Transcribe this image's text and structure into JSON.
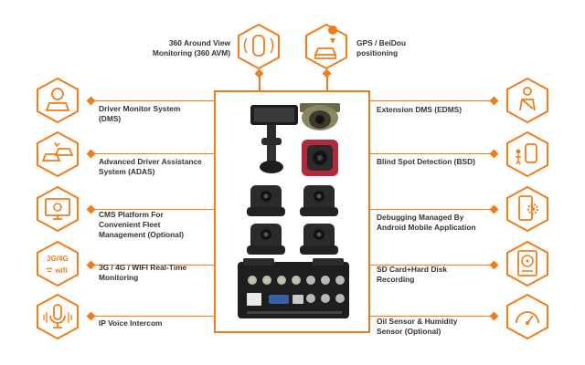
{
  "colors": {
    "accent": "#f07d1a",
    "text": "#333333",
    "device": "#2b2b2b"
  },
  "top_features": [
    {
      "lines": [
        "360 Around View",
        "Monitoring (360 AVM)"
      ],
      "icon": "car-360-view-icon"
    },
    {
      "lines": [
        "GPS / BeiDou",
        "positioning"
      ],
      "icon": "gps-car-icon"
    }
  ],
  "left_features": [
    {
      "lines": [
        "Driver Monitor System",
        "(DMS)"
      ],
      "icon": "driver-monitor-icon"
    },
    {
      "lines": [
        "Advanced Driver Assistance",
        "System (ADAS)"
      ],
      "icon": "adas-cars-icon"
    },
    {
      "lines": [
        "CMS Platform For",
        "Convenient Fleet",
        "Management (Optional)"
      ],
      "icon": "monitor-platform-icon"
    },
    {
      "lines": [
        "3G / 4G / WIFI Real-Time",
        "Monitoring"
      ],
      "icon": "wifi-3g4g-icon",
      "icon_text": [
        "3G/4G",
        "wifi"
      ]
    },
    {
      "lines": [
        "IP Voice Intercom"
      ],
      "icon": "microphone-icon"
    }
  ],
  "right_features": [
    {
      "lines": [
        "Extension DMS (EDMS)"
      ],
      "icon": "seatbelt-driver-icon"
    },
    {
      "lines": [
        "Blind Spot Detection (BSD)"
      ],
      "icon": "blind-spot-icon"
    },
    {
      "lines": [
        "Debugging Managed By",
        "Android Mobile Application"
      ],
      "icon": "mobile-gear-icon"
    },
    {
      "lines": [
        "SD Card+Hard Disk",
        "Recording"
      ],
      "icon": "hard-disk-icon"
    },
    {
      "lines": [
        "Oil Sensor & Humidity",
        "Sensor (Optional)"
      ],
      "icon": "gauge-sensor-icon"
    }
  ]
}
